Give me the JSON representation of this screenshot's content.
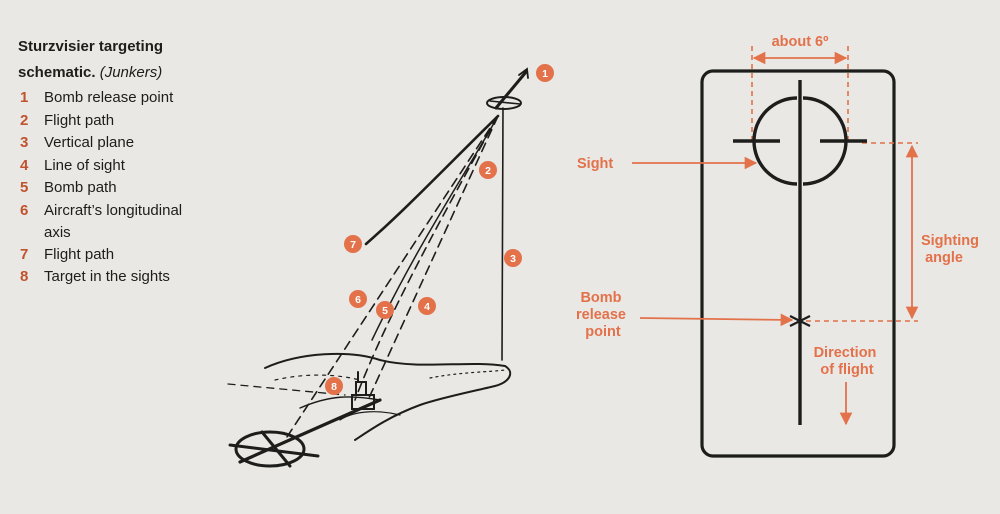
{
  "caption": {
    "title": "Sturzvisier targeting schematic.",
    "subtitle": "(Junkers)"
  },
  "legend": [
    {
      "num": "1",
      "text": "Bomb release point"
    },
    {
      "num": "2",
      "text": "Flight path"
    },
    {
      "num": "3",
      "text": "Vertical plane"
    },
    {
      "num": "4",
      "text": "Line of sight"
    },
    {
      "num": "5",
      "text": "Bomb path"
    },
    {
      "num": "6",
      "text": "Aircraft’s longitudinal axis"
    },
    {
      "num": "7",
      "text": "Flight path"
    },
    {
      "num": "8",
      "text": "Target in the sights"
    }
  ],
  "callouts": [
    "1",
    "2",
    "3",
    "4",
    "5",
    "6",
    "7",
    "8"
  ],
  "sight_diagram": {
    "angle_label": "about 6º",
    "sight_label": "Sight",
    "sighting_angle_lines": [
      "Sighting",
      "angle"
    ],
    "bomb_release_lines": [
      "Bomb",
      "release",
      "point"
    ],
    "direction_lines": [
      "Direction",
      "of flight"
    ]
  },
  "colors": {
    "accent": "#e3714a",
    "legend_number": "#c0532e",
    "ink": "#1d1d1b",
    "paper": "#e9e8e4"
  }
}
